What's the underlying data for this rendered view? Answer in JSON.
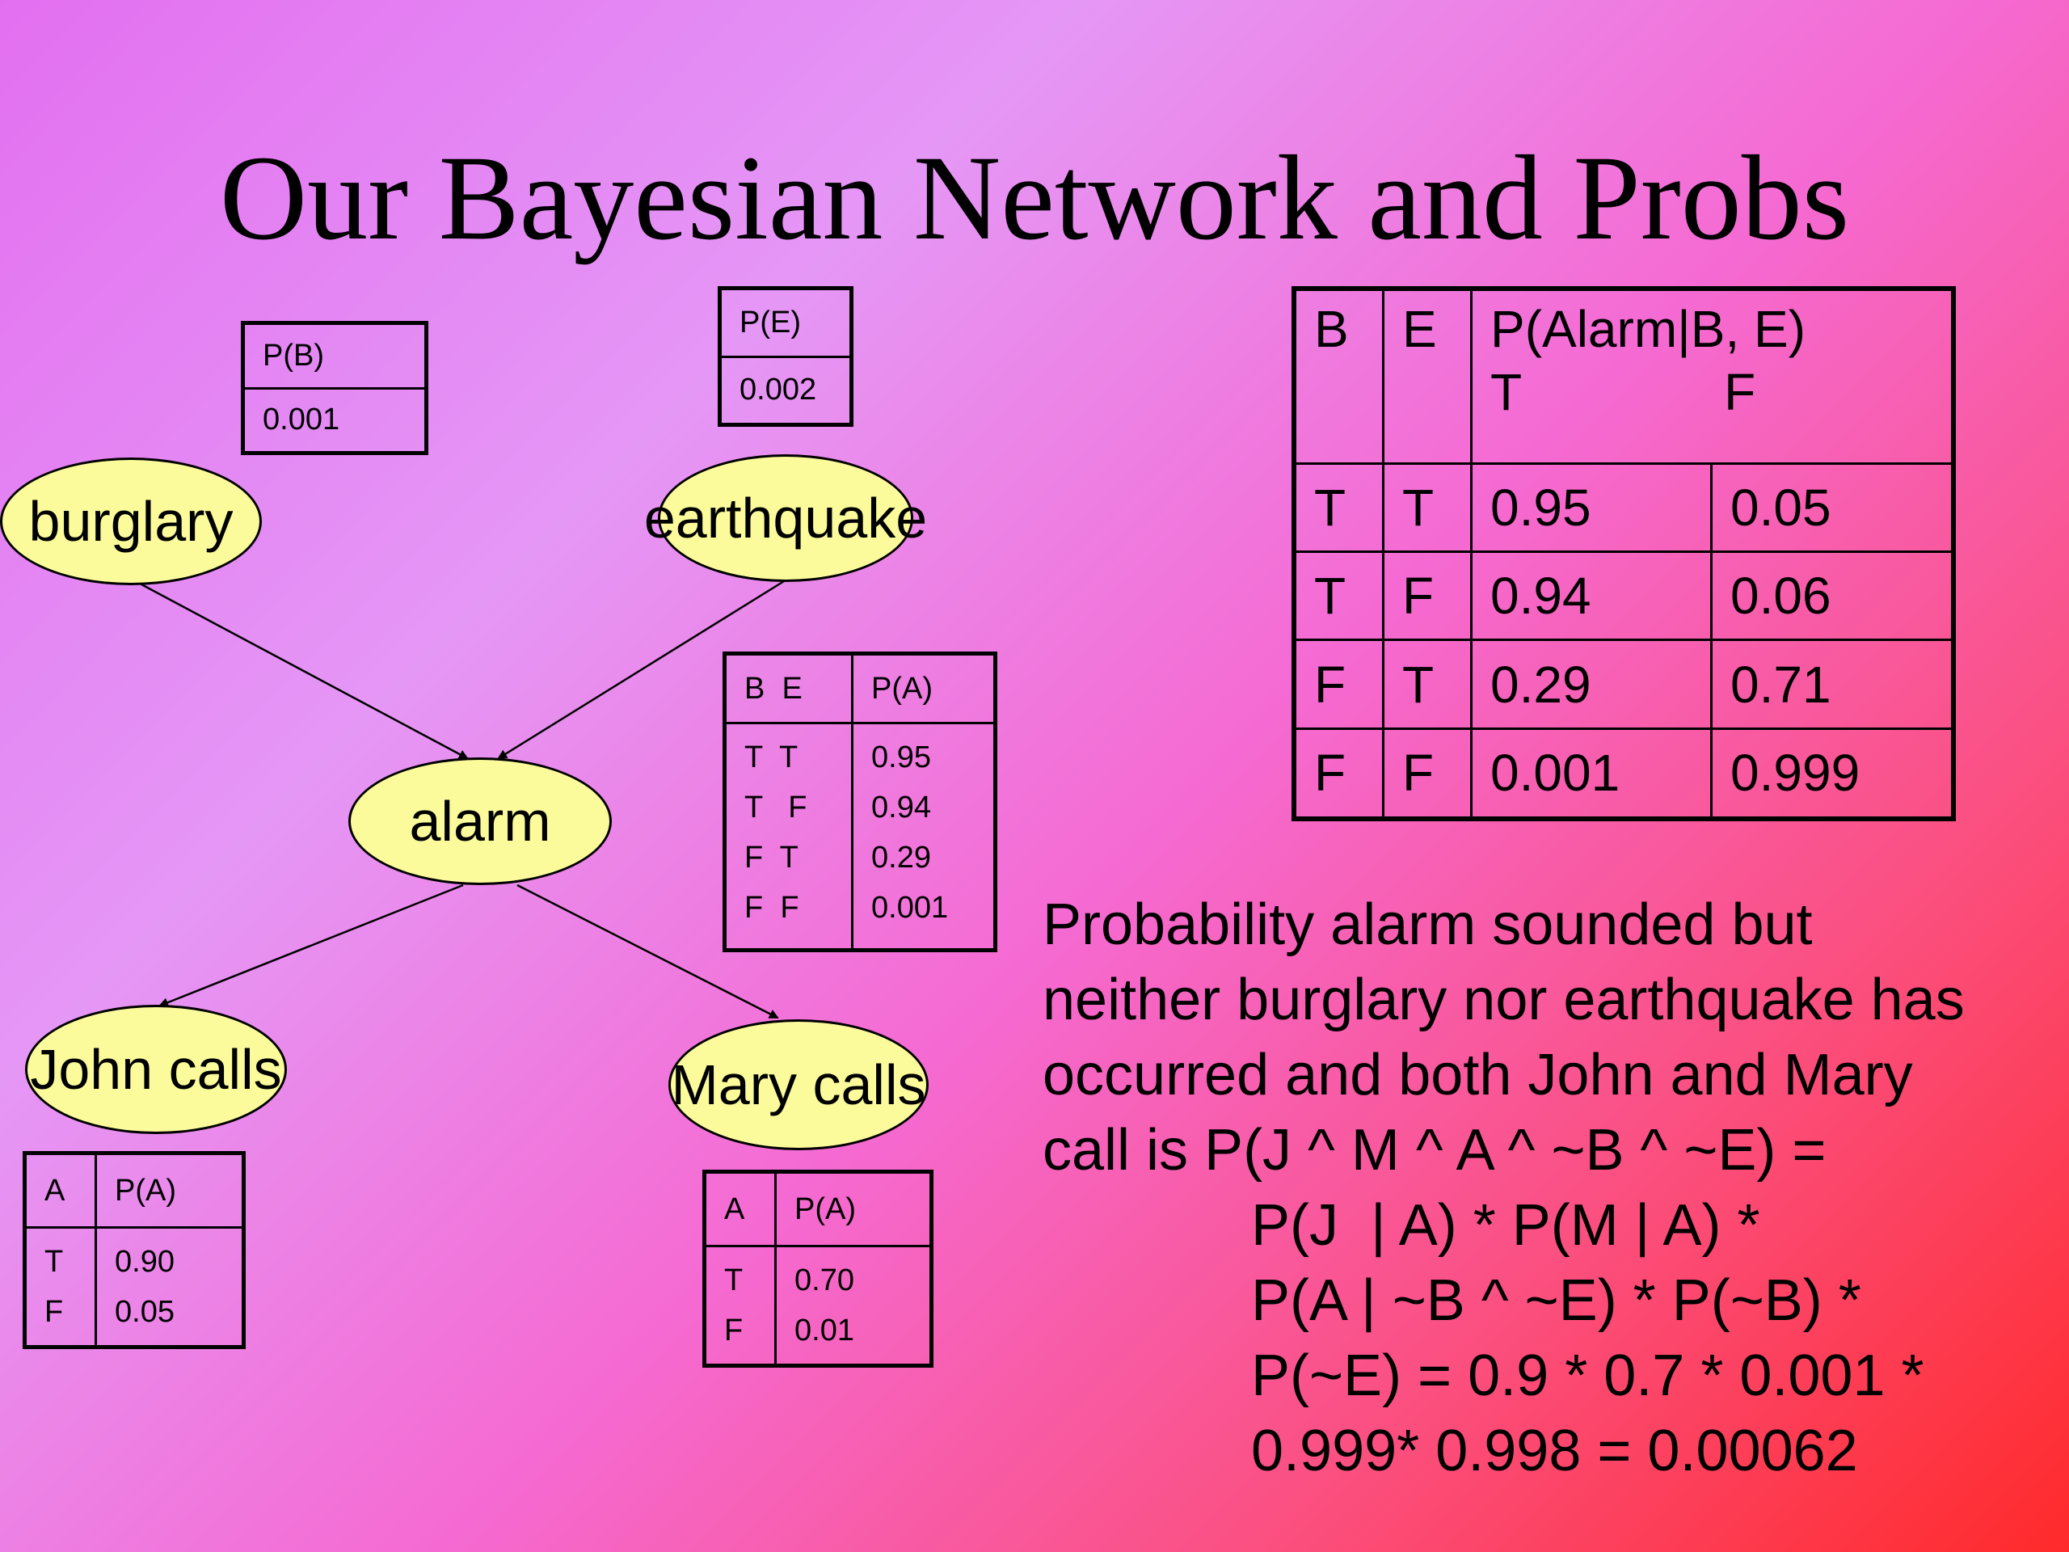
{
  "title": "Our Bayesian Network and Probs",
  "nodes": {
    "burglary": "burglary",
    "earthquake": "earthquake",
    "alarm": "alarm",
    "john": "John calls",
    "mary": "Mary calls"
  },
  "cpt_b": {
    "header": "P(B)",
    "value": "0.001"
  },
  "cpt_e": {
    "header": "P(E)",
    "value": "0.002"
  },
  "cpt_a": {
    "header_left": "B  E",
    "header_right": "P(A)",
    "rows_left": [
      "T  T",
      "T   F",
      "F  T",
      "F  F"
    ],
    "rows_right": [
      "0.95",
      "0.94",
      "0.29",
      "0.001"
    ]
  },
  "cpt_j": {
    "header_left": "A",
    "header_right": "P(A)",
    "rows_left": [
      "T",
      "F"
    ],
    "rows_right": [
      "0.90",
      "0.05"
    ]
  },
  "cpt_m": {
    "header_left": "A",
    "header_right": "P(A)",
    "rows_left": [
      "T",
      "F"
    ],
    "rows_right": [
      "0.70",
      "0.01"
    ]
  },
  "alarm_table": {
    "col_b": "B",
    "col_e": "E",
    "col_p": "P(Alarm|B, E)",
    "col_t": "T",
    "col_f": "F",
    "rows": [
      [
        "T",
        "T",
        "0.95",
        "0.05"
      ],
      [
        "T",
        "F",
        "0.94",
        "0.06"
      ],
      [
        "F",
        "T",
        "0.29",
        "0.71"
      ],
      [
        "F",
        "F",
        "0.001",
        "0.999"
      ]
    ]
  },
  "formula": {
    "lines": [
      "Probability alarm sounded but",
      "neither burglary nor earthquake has",
      "occurred and both John and Mary",
      "call is P(J ^ M ^ A ^ ~B ^ ~E) ="
    ],
    "indent_lines": [
      "P(J  | A) * P(M | A) *",
      "P(A | ~B ^ ~E) * P(~B) *",
      "P(~E) = 0.9 * 0.7 * 0.001 *",
      "0.999* 0.998 = 0.00062"
    ]
  },
  "colors": {
    "node_fill": "#fbfb9c",
    "formula_text": "#000000"
  }
}
